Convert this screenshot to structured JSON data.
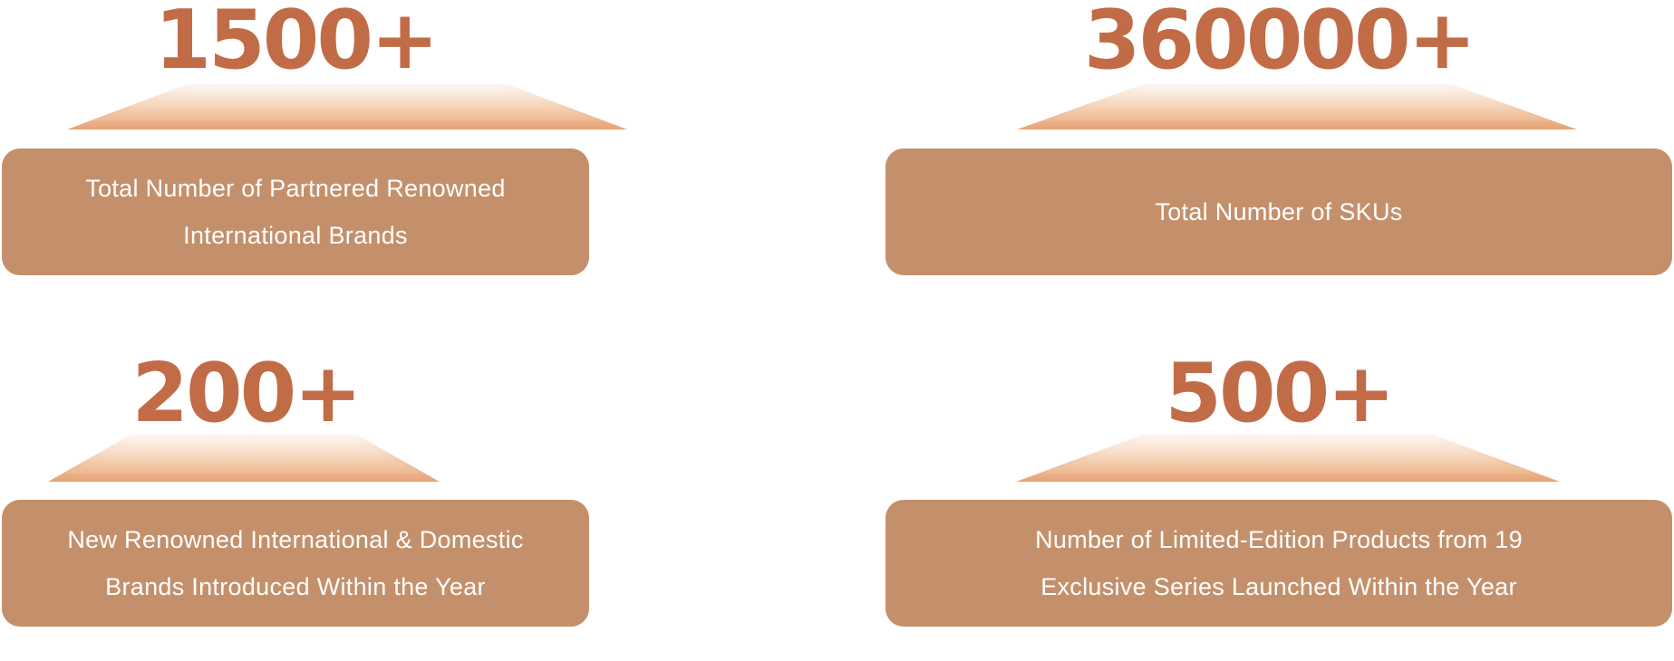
{
  "colors": {
    "accent_number": "#C16C47",
    "label_box": "#C4906B",
    "label_text": "#FFFFFF",
    "podium_light": "#FDF7F1",
    "podium_deep": "#E7A276",
    "background": "#FFFFFF"
  },
  "stats": [
    {
      "value": "1500+",
      "label": "Total Number of Partnered Renowned International Brands",
      "label_lines": [
        "Total Number of Partnered Renowned",
        "International Brands"
      ]
    },
    {
      "value": "360000+",
      "label": "Total Number of SKUs",
      "label_lines": [
        "Total Number of SKUs"
      ]
    },
    {
      "value": "200+",
      "label": "New Renowned International & Domestic Brands Introduced Within the Year",
      "label_lines": [
        "New Renowned International & Domestic",
        "Brands Introduced Within the Year"
      ]
    },
    {
      "value": "500+",
      "label": "Number of Limited-Edition Products from 19 Exclusive Series Launched Within the Year",
      "label_lines": [
        "Number of Limited-Edition Products from 19",
        "Exclusive Series Launched Within the Year"
      ]
    }
  ],
  "chart_data": {
    "type": "table",
    "title": "",
    "layout": "2x2-grid of stat cards",
    "categories": [
      "Total Number of Partnered Renowned International Brands",
      "Total Number of SKUs",
      "New Renowned International & Domestic Brands Introduced Within the Year",
      "Number of Limited-Edition Products from 19 Exclusive Series Launched Within the Year"
    ],
    "values": [
      1500,
      360000,
      200,
      500
    ],
    "value_labels": [
      "1500+",
      "360000+",
      "200+",
      "500+"
    ]
  }
}
